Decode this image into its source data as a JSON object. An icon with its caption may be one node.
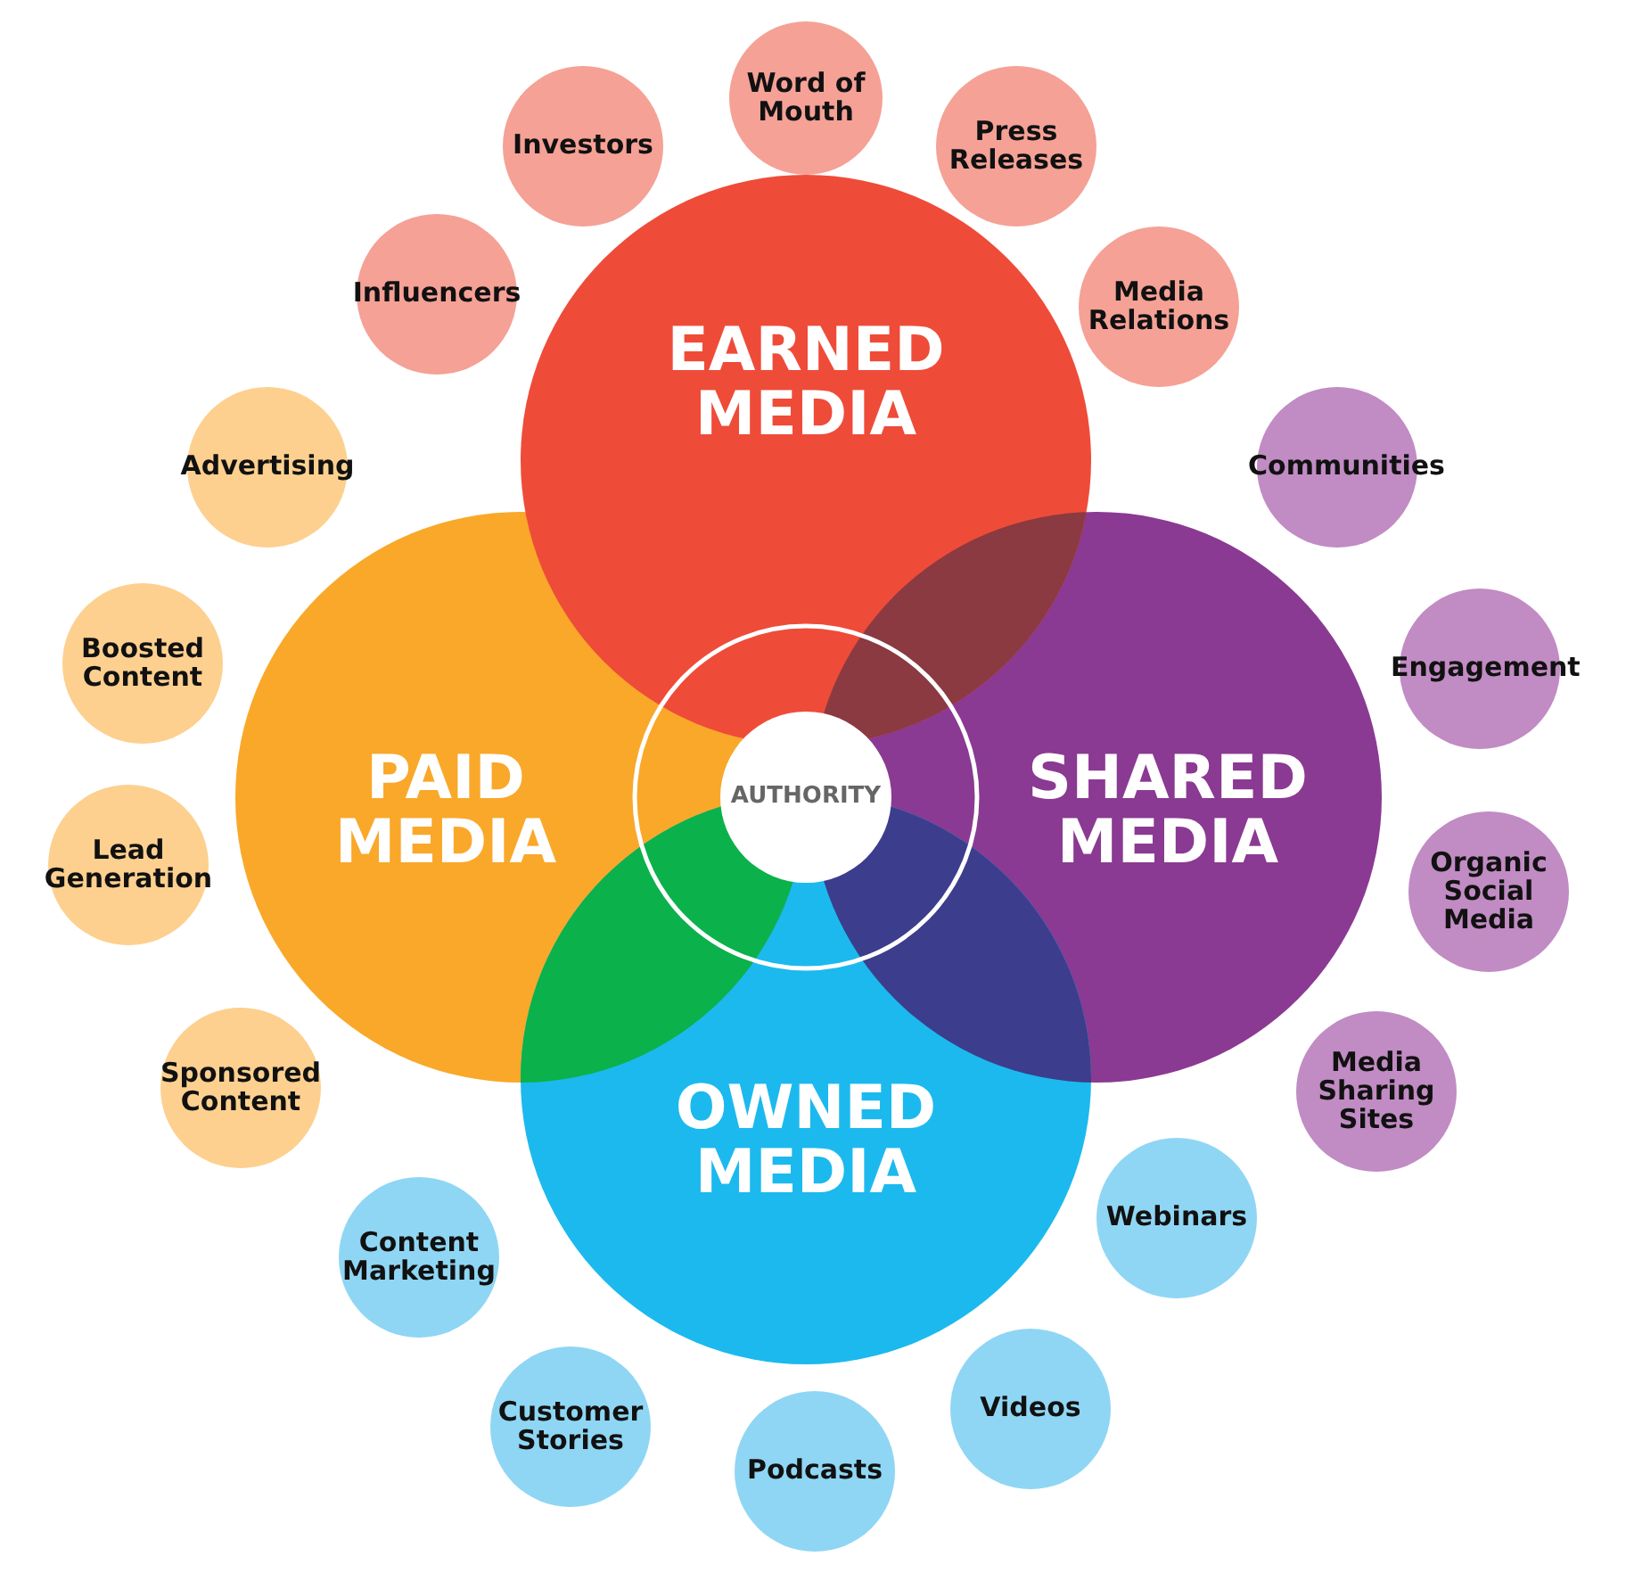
{
  "diagram": {
    "nodes": [
      {
        "text": [
          "Investors"
        ]
      },
      {
        "text": [
          "Word of Mouth"
        ]
      },
      {
        "text": [
          "Press Releases"
        ]
      },
      {
        "text": [
          "Influencers"
        ]
      },
      {
        "text": [
          "Media Relations"
        ]
      },
      {
        "text": [
          "EARNED MEDIA"
        ]
      },
      {
        "text": [
          "Advertising"
        ]
      },
      {
        "text": [
          "Communities"
        ]
      },
      {
        "text": [
          "Boosted Content"
        ]
      },
      {
        "text": [
          "Engagement"
        ]
      },
      {
        "text": [
          "PAID MEDIA"
        ]
      },
      {
        "text": [
          "AUTHORITY"
        ]
      },
      {
        "text": [
          "SHARED MEDIA"
        ]
      },
      {
        "text": [
          "Lead Generation"
        ]
      },
      {
        "text": [
          "Organic Social Media"
        ]
      },
      {
        "text": [
          "Sponsored Content"
        ]
      },
      {
        "text": [
          "Media Sharing Sites"
        ]
      },
      {
        "text": [
          "OWNED MEDIA"
        ]
      },
      {
        "text": [
          "Content Marketing"
        ]
      },
      {
        "text": [
          "Webinars"
        ]
      },
      {
        "text": [
          "Customer Stories"
        ]
      },
      {
        "text": [
          "Podcasts"
        ]
      },
      {
        "text": [
          "Videos"
        ]
      }
    ]
  }
}
